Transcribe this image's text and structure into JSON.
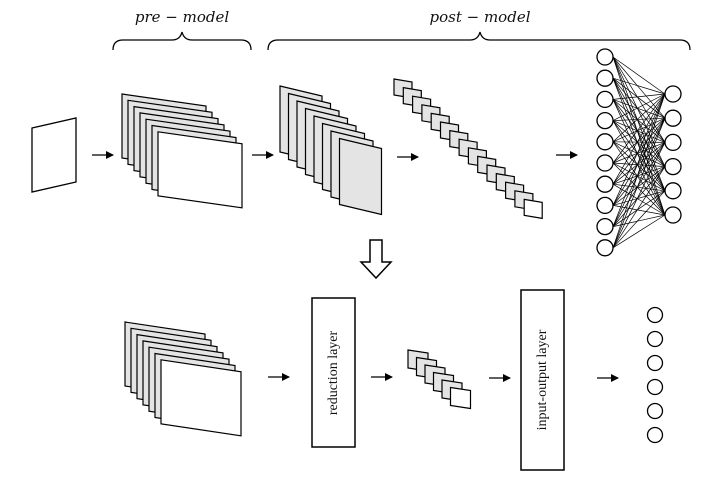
{
  "brackets": {
    "pre": "pre − model",
    "post": "post − model"
  },
  "boxes": {
    "reduction": "reduction layer",
    "input_output": "input-output layer"
  },
  "colors": {
    "stroke": "#000000",
    "sheet_fill": "#ffffff",
    "sheet_shade": "#e4e4e4"
  }
}
